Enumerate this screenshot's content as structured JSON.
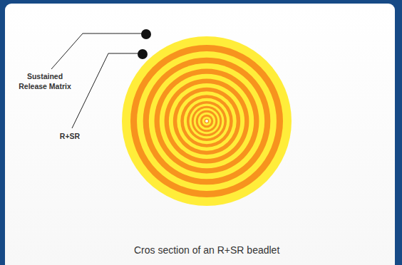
{
  "diagram": {
    "caption": "Cros section of an R+SR beadlet",
    "labels": [
      "Sustained Release Matrix",
      "R+SR"
    ]
  }
}
